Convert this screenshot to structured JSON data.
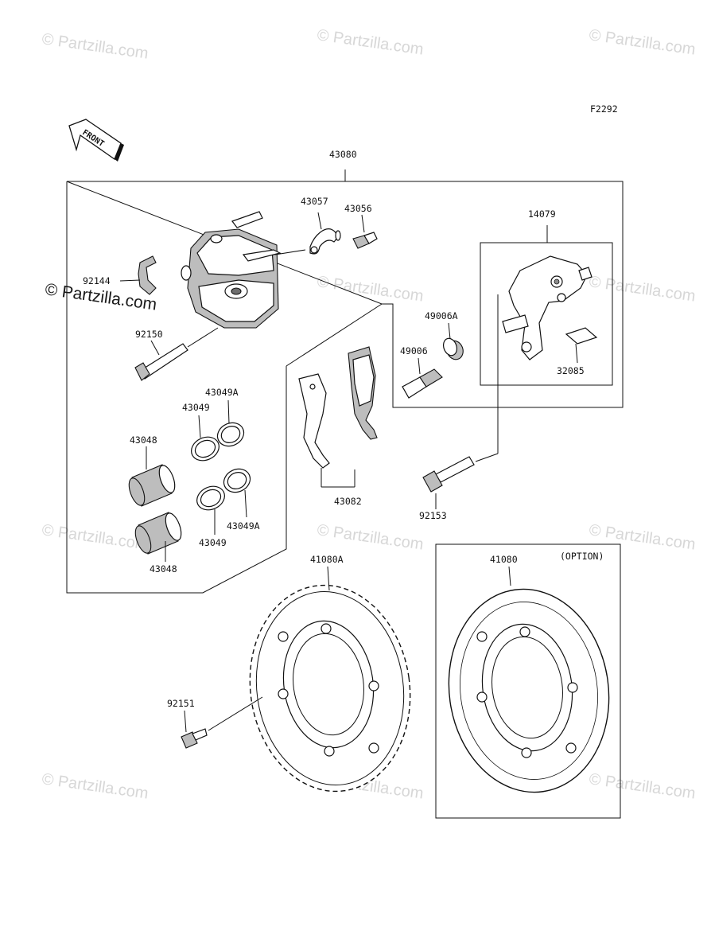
{
  "diagram_code": "F2292",
  "front_label": "FRONT",
  "option_label": "(OPTION)",
  "watermark": "© Partzilla.com",
  "parts": {
    "p43080": "43080",
    "p43057": "43057",
    "p43056": "43056",
    "p14079": "14079",
    "p92144": "92144",
    "p92150": "92150",
    "p49006A": "49006A",
    "p49006": "49006",
    "p32085": "32085",
    "p43049A_top": "43049A",
    "p43049_top": "43049",
    "p43048_top": "43048",
    "p43082": "43082",
    "p92153": "92153",
    "p43049A_bot": "43049A",
    "p43049_bot": "43049",
    "p43048_bot": "43048",
    "p41080A": "41080A",
    "p41080": "41080",
    "p92151": "92151"
  }
}
